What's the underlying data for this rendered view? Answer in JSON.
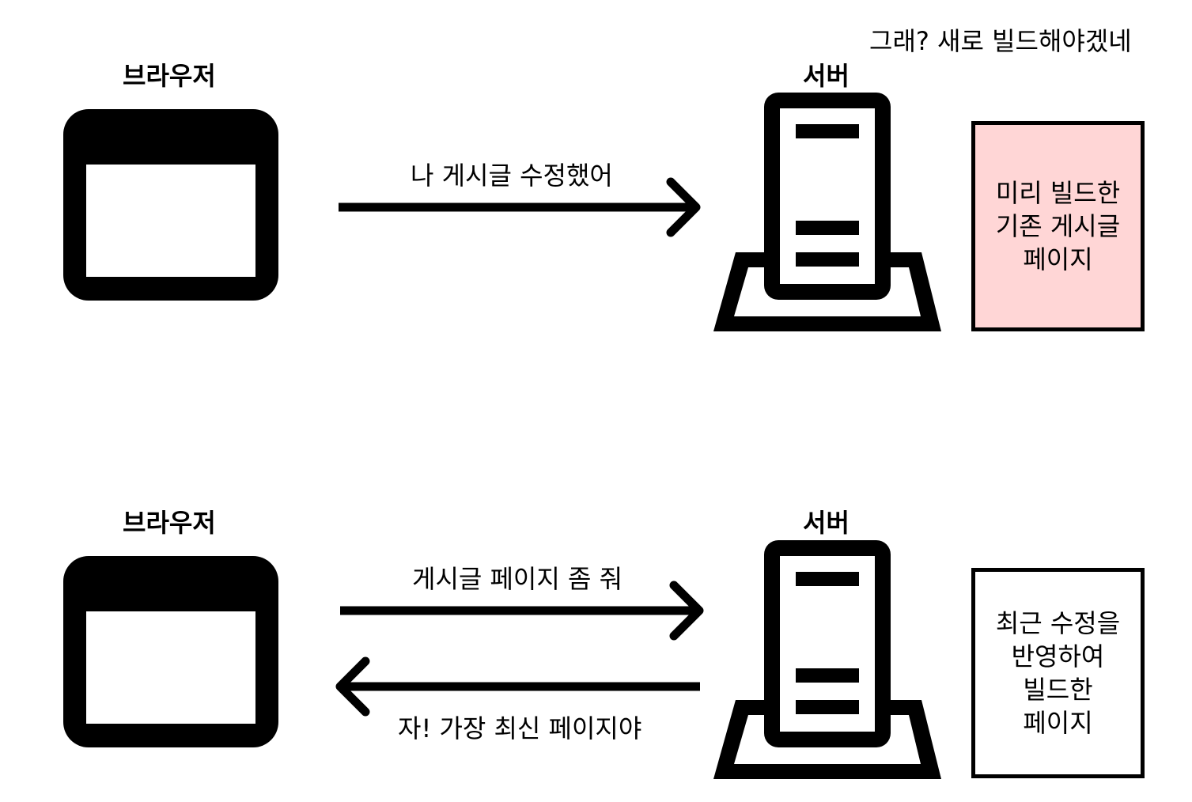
{
  "top_panel": {
    "browser_label": "브라우저",
    "server_label": "서버",
    "request_message": "나 게시글 수정했어",
    "server_reply": "그래? 새로 빌드해야겠네",
    "page_box": {
      "text": "미리 빌드한\n기존 게시글\n페이지",
      "fill_color": "#ffd6d6"
    }
  },
  "bottom_panel": {
    "browser_label": "브라우저",
    "server_label": "서버",
    "request_message": "게시글 페이지 좀 줘",
    "response_message": "자! 가장 최신 페이지야",
    "page_box": {
      "text": "최근 수정을\n반영하여\n빌드한\n페이지",
      "fill_color": "#ffffff"
    }
  },
  "colors": {
    "stroke": "#000000",
    "background": "#ffffff"
  }
}
